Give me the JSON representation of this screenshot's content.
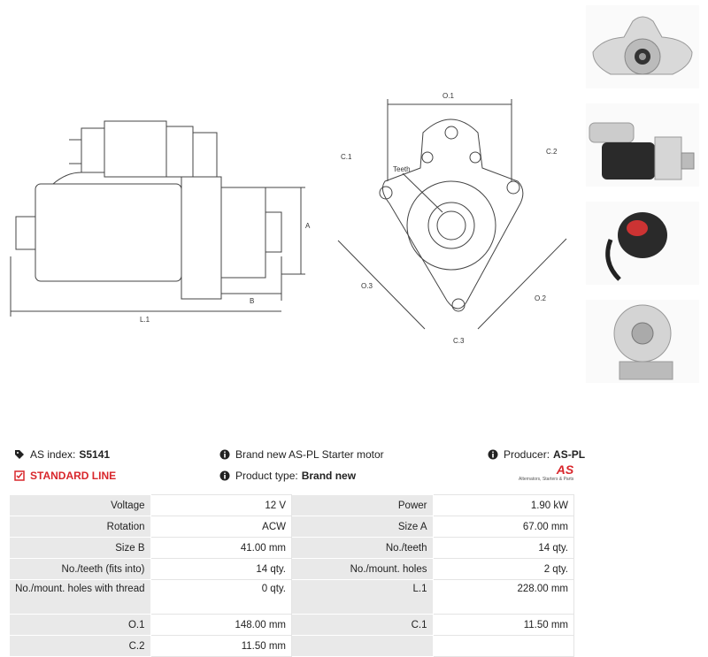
{
  "drawing": {
    "side_labels": {
      "a": "A",
      "b": "B",
      "l1": "L.1"
    },
    "front_labels": {
      "o1": "O.1",
      "c1": "C.1",
      "c2": "C.2",
      "teeth": "Teeth",
      "o2": "O.2",
      "o3": "O.3",
      "c3": "C.3"
    }
  },
  "photos": [
    {
      "icon": "starter-front-photo-icon"
    },
    {
      "icon": "starter-side-photo-icon"
    },
    {
      "icon": "starter-top-photo-icon"
    },
    {
      "icon": "starter-angled-photo-icon"
    }
  ],
  "info": {
    "as_index_label": "AS index:",
    "as_index_value": "S5141",
    "description": "Brand new AS-PL Starter motor",
    "producer_label": "Producer:",
    "producer_value": "AS-PL",
    "standard_line": "STANDARD LINE",
    "product_type_label": "Product type:",
    "product_type_value": "Brand new",
    "logo_text": "AS",
    "logo_tagline": "Alternators, Starters & Parts"
  },
  "spec_table": [
    [
      "Voltage",
      "12 V",
      "Power",
      "1.90 kW"
    ],
    [
      "Rotation",
      "ACW",
      "Size A",
      "67.00 mm"
    ],
    [
      "Size B",
      "41.00 mm",
      "No./teeth",
      "14 qty."
    ],
    [
      "No./teeth (fits into)",
      "14 qty.",
      "No./mount. holes",
      "2 qty."
    ],
    [
      "No./mount. holes with thread",
      "0 qty.",
      "L.1",
      "228.00 mm"
    ],
    [
      "O.1",
      "148.00 mm",
      "C.1",
      "11.50 mm"
    ],
    [
      "C.2",
      "11.50 mm",
      "",
      ""
    ]
  ]
}
